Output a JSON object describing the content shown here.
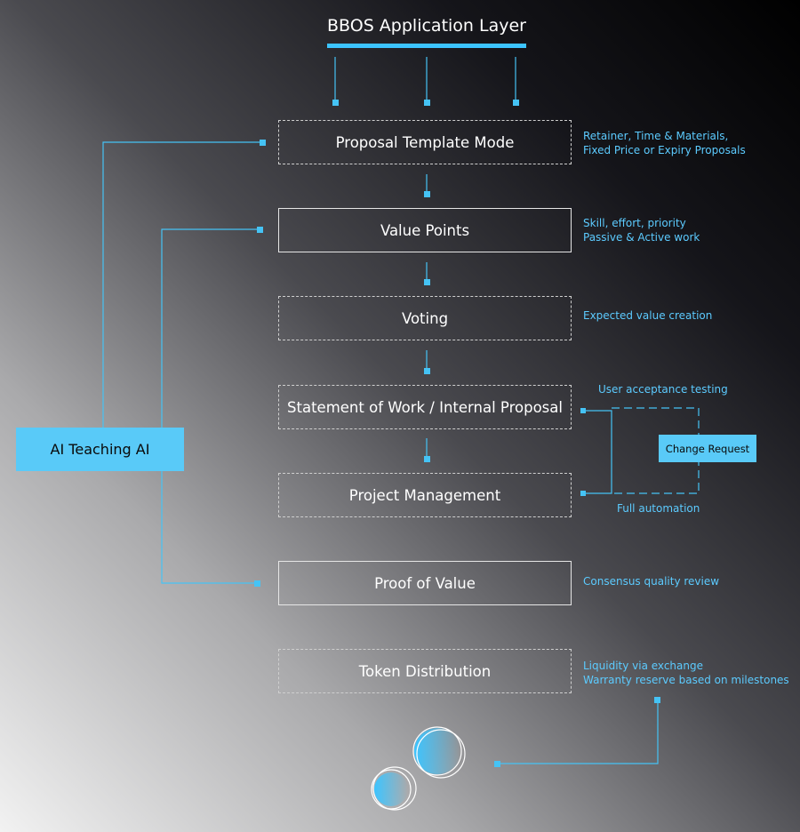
{
  "title": "BBOS Application Layer",
  "colors": {
    "accent": "#3cc4ff",
    "node_fill": "#59caf8",
    "text": "#ffffff"
  },
  "steps": [
    {
      "label": "Proposal Template Mode",
      "notes": [
        "Retainer, Time & Materials,",
        "Fixed Price or Expiry Proposals"
      ]
    },
    {
      "label": "Value Points",
      "notes": [
        "Skill, effort, priority",
        "Passive & Active work"
      ]
    },
    {
      "label": "Voting",
      "notes": [
        "Expected value creation"
      ]
    },
    {
      "label": "Statement of Work / Internal Proposal",
      "notes": [
        "User acceptance testing"
      ]
    },
    {
      "label": "Project Management",
      "notes": [
        "Full automation"
      ]
    },
    {
      "label": "Proof of Value",
      "notes": [
        "Consensus quality review"
      ]
    },
    {
      "label": "Token Distribution",
      "notes": [
        "Liquidity via exchange",
        "Warranty reserve based on milestones"
      ]
    }
  ],
  "ai_node": {
    "label": "AI Teaching AI"
  },
  "change_request": {
    "label": "Change Request"
  },
  "icons": {
    "tokens": "coin-circles-icon"
  }
}
